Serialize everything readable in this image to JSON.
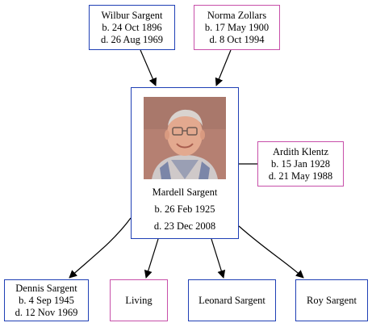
{
  "colors": {
    "male_border": "#1f3fb5",
    "female_border": "#c74fa9",
    "edge": "#000000",
    "photo_background": "#b58072"
  },
  "people": {
    "wilbur": {
      "name": "Wilbur Sargent",
      "born": "b. 24 Oct 1896",
      "died": "d. 26 Aug 1969"
    },
    "norma": {
      "name": "Norma Zollars",
      "born": "b. 17 May 1900",
      "died": "d. 8 Oct 1994"
    },
    "mardell": {
      "name": "Mardell Sargent",
      "born": "b. 26 Feb 1925",
      "died": "d. 23 Dec 2008",
      "photo": "portrait-photo"
    },
    "ardith": {
      "name": "Ardith Klentz",
      "born": "b. 15 Jan 1928",
      "died": "d. 21 May 1988"
    },
    "dennis": {
      "name": "Dennis Sargent",
      "born": "b. 4 Sep 1945",
      "died": "d. 12 Nov 1969"
    },
    "living": {
      "name": "Living"
    },
    "leonard": {
      "name": "Leonard Sargent"
    },
    "roy": {
      "name": "Roy Sargent"
    }
  }
}
